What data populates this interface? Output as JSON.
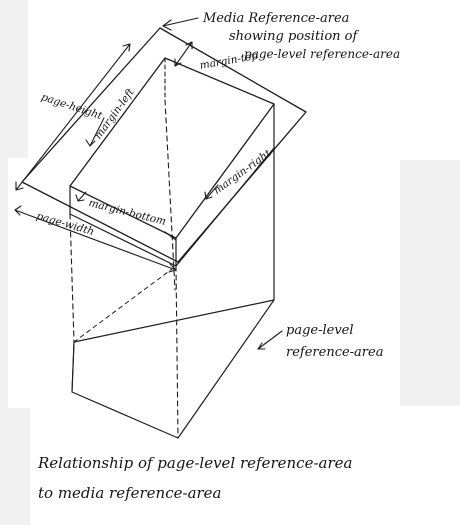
{
  "labels": {
    "media_reference_area": "Media Reference-area",
    "showing_position_of": "showing position of",
    "page_level_reference_area_tail": "page-level reference-area",
    "margin_top": "margin-top",
    "margin_left": "margin-left",
    "margin_right": "margin-right",
    "margin_bottom": "margin-bottom",
    "page_height": "page-height",
    "page_width": "page-width",
    "page_level": "page-level",
    "reference_area": "reference-area"
  },
  "caption": {
    "line1": "Relationship of page-level reference-area",
    "line2": "to media reference-area"
  }
}
